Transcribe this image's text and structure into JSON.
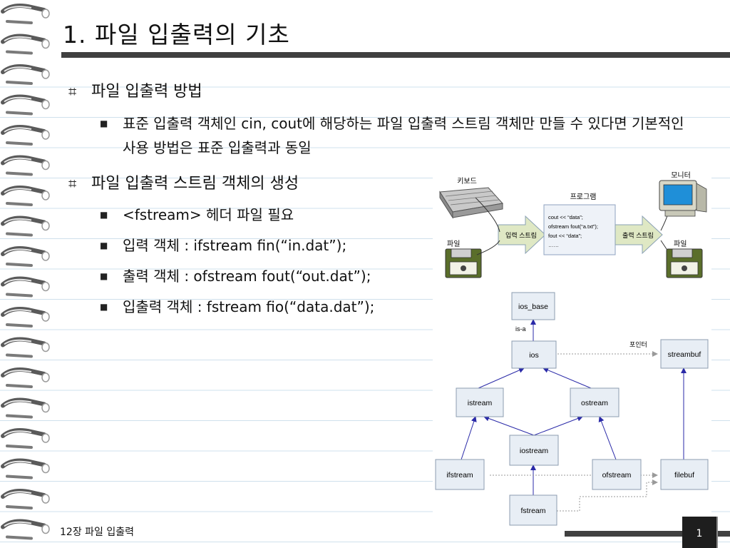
{
  "slide": {
    "title": "1. 파일 입출력의 기초",
    "footer": "12장 파일 입출력",
    "page_number": "1"
  },
  "bullets": {
    "marker_l1": "⌗",
    "marker_l2": "■",
    "section1": {
      "heading": "파일 입출력 방법",
      "items": [
        "표준 입출력 객체인 cin, cout에 해당하는 파일 입출력 스트림 객체만 만들 수 있다면 기본적인 사용 방법은 표준 입출력과 동일"
      ]
    },
    "section2": {
      "heading": "파일 입출력 스트림 객체의 생성",
      "items": [
        "<fstream> 헤더 파일 필요",
        "입력 객체 : ifstream fin(“in.dat”);",
        "출력 객체 : ofstream fout(“out.dat”);",
        "입출력 객체 : fstream fio(“data.dat”);"
      ]
    }
  },
  "figure1": {
    "keyboard": "키보드",
    "file_in": "파일",
    "input_stream": "입력 스트림",
    "program": "프로그램",
    "code": [
      "cout << “data”;",
      "ofstream fout(“a.txt”);",
      "fout << “data”;",
      "……"
    ],
    "output_stream": "출력 스트림",
    "monitor": "모니터",
    "file_out": "파일",
    "colors": {
      "arrow_fill": "#dfe8c4",
      "arrow_stroke": "#8aa0b4",
      "program_fill": "#eef2f8",
      "program_stroke": "#8fa3c0"
    }
  },
  "figure2": {
    "nodes": {
      "ios_base": "ios_base",
      "ios": "ios",
      "streambuf": "streambuf",
      "istream": "istream",
      "ostream": "ostream",
      "iostream": "iostream",
      "ifstream": "ifstream",
      "ofstream": "ofstream",
      "filebuf": "filebuf",
      "fstream": "fstream"
    },
    "is_a_label": "is-a",
    "pointer_label": "포인터",
    "colors": {
      "node_fill": "#e8eef5",
      "node_stroke": "#8c9cb0",
      "arrow": "#2a2aa8",
      "dotted": "#9a9a9a"
    }
  }
}
